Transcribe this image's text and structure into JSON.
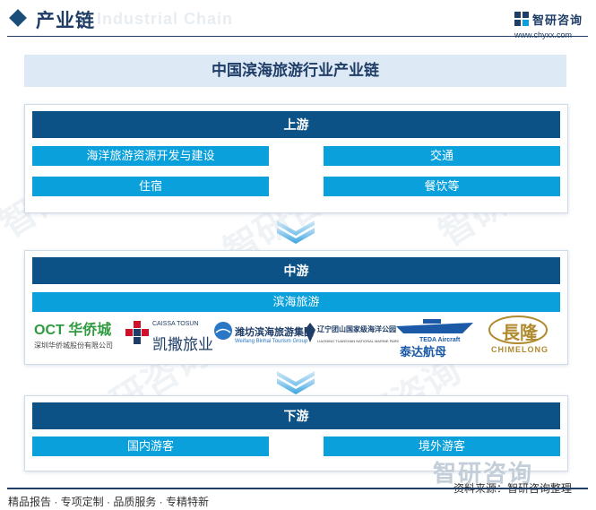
{
  "header": {
    "title": "产业链",
    "watermark": "Industrial Chain",
    "logo_text": "智研咨询",
    "logo_url": "www.chyxx.com"
  },
  "diagram": {
    "title": "中国滨海旅游行业产业链",
    "upstream": {
      "label": "上游",
      "items": [
        "海洋旅游资源开发与建设",
        "交通",
        "住宿",
        "餐饮等"
      ]
    },
    "midstream": {
      "label": "中游",
      "sub_label": "滨海旅游",
      "companies": [
        {
          "mark": "OCT 华侨城",
          "name": "深圳华侨城股份有限公司"
        },
        {
          "mark": "CAISSA TOSUN",
          "name": "凯撒旅业"
        },
        {
          "mark": "潍坊滨海旅游集团",
          "name": "Weifang Binhai Tourism Group"
        },
        {
          "mark": "辽宁团山国家级海洋公园",
          "name": "LIAONING TUANSHAN NATIONAL MARINE PARK"
        },
        {
          "mark": "TEDA Aircraft",
          "name": "泰达航母"
        },
        {
          "mark": "長隆",
          "name": "CHIMELONG"
        }
      ]
    },
    "downstream": {
      "label": "下游",
      "items": [
        "国内游客",
        "境外游客"
      ]
    }
  },
  "footer": {
    "left": "精品报告 · 专项定制 · 品质服务 · 专精特新",
    "source": "资料来源：智研咨询整理",
    "watermark": "智研咨询"
  },
  "colors": {
    "dark_blue": "#0d5286",
    "light_blue": "#0aa0dc",
    "banner": "#dde9f4",
    "title": "#1f3d66"
  }
}
